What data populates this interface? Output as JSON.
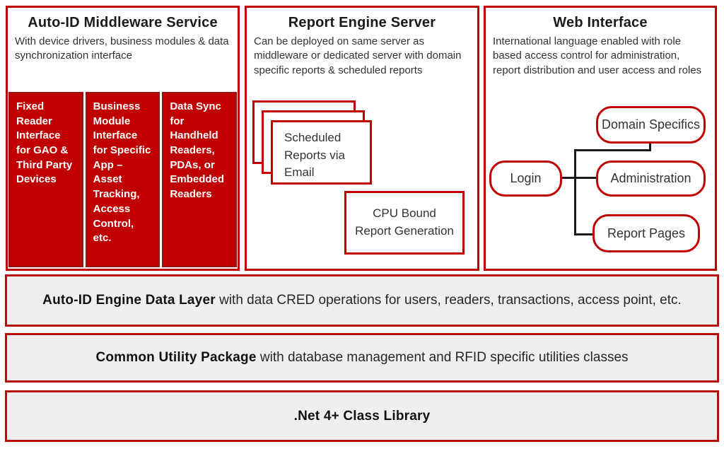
{
  "colors": {
    "red_fill": "#C00000",
    "red_border": "#C00000",
    "module_border": "#9C1515",
    "bar_bg": "#EFEFEF",
    "connector": "#1A1A1A",
    "text_dark": "#262626",
    "module_text": "#FFFFFF"
  },
  "panels": {
    "middleware": {
      "title": "Auto-ID Middleware Service",
      "subtitle": "With device drivers, business modules & data synchronization interface",
      "modules": [
        {
          "label": "Fixed Reader Interface for GAO & Third Party Devices"
        },
        {
          "label": "Business Module Interface for Specific App – Asset Tracking, Access Control, etc."
        },
        {
          "label": "Data Sync for Handheld Readers, PDAs, or Embedded Readers"
        }
      ]
    },
    "report_engine": {
      "title": "Report Engine Server",
      "subtitle": "Can be deployed on same server as middleware or dedicated server with domain specific reports & scheduled reports",
      "stack_card_label": "Scheduled Reports via Email",
      "cpu_card_label": "CPU Bound Report Generation"
    },
    "web_interface": {
      "title": "Web Interface",
      "subtitle": "International language enabled with role based access control for administration, report distribution and user access and roles",
      "nodes": {
        "login": "Login",
        "domain_specifics": "Domain Specifics",
        "administration": "Administration",
        "report_pages": "Report Pages"
      }
    }
  },
  "layers": [
    {
      "bold": "Auto-ID Engine Data Layer",
      "rest": " with data CRED operations for users, readers, transactions, access point, etc."
    },
    {
      "bold": "Common Utility Package",
      "rest": " with database management and RFID specific utilities classes"
    },
    {
      "bold": ".Net 4+ Class Library",
      "rest": ""
    }
  ]
}
